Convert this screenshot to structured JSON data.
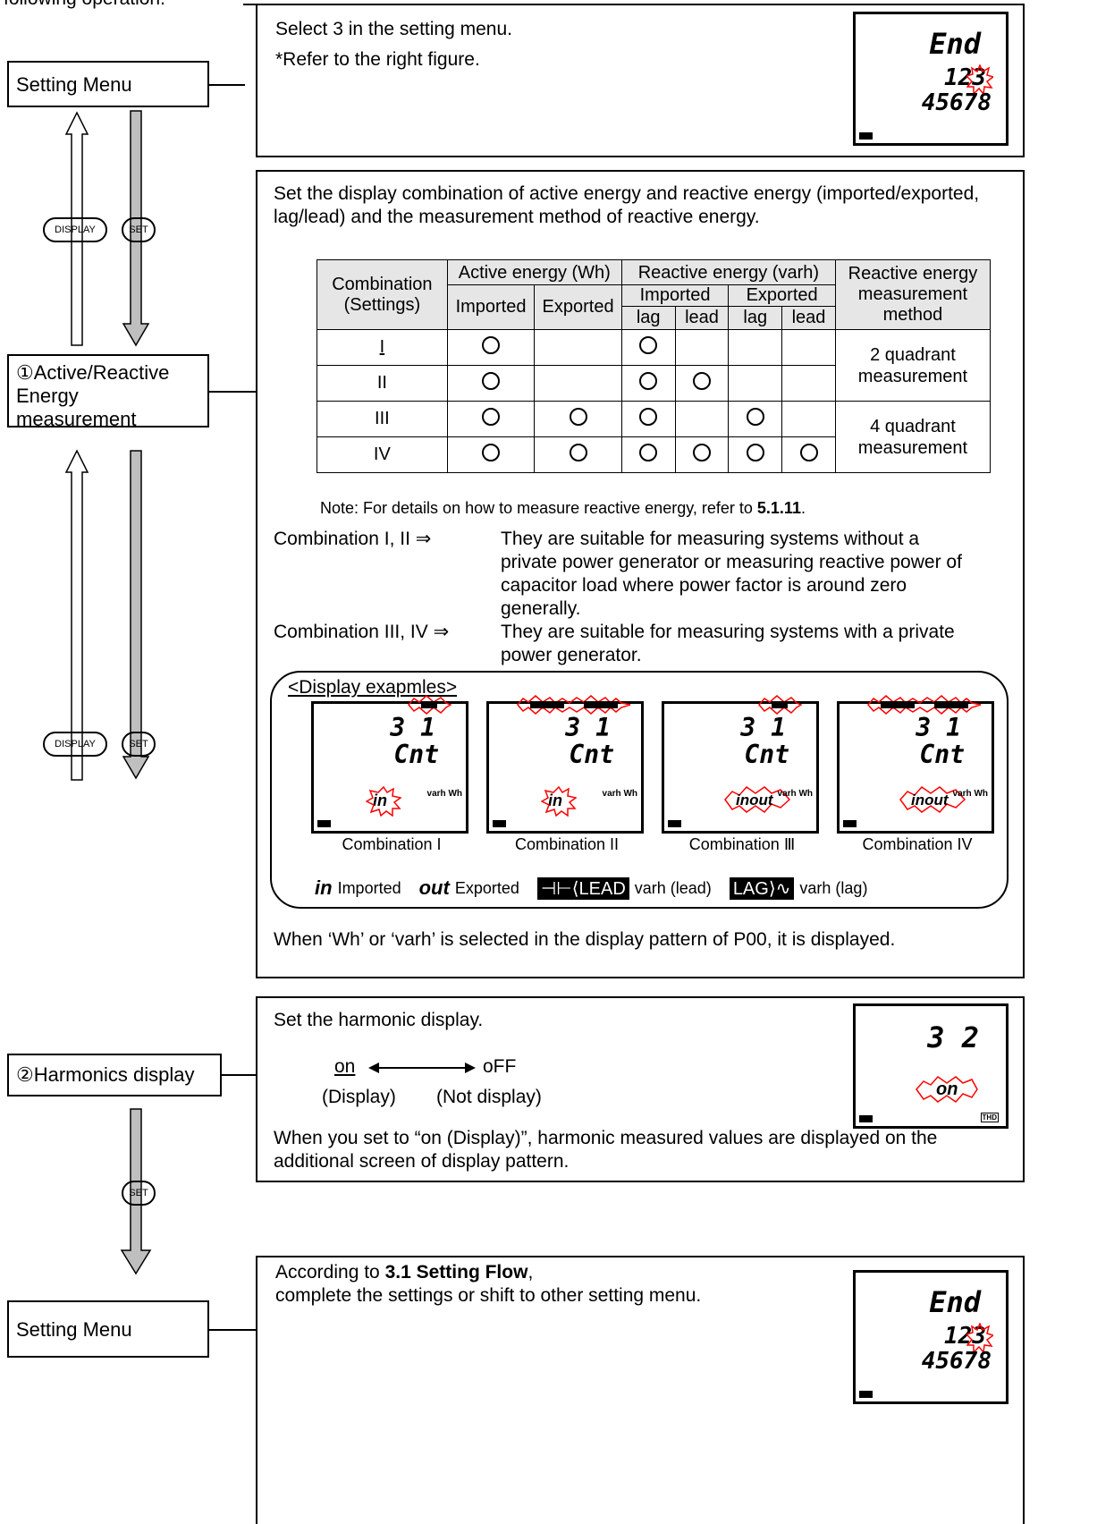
{
  "top_fragment": "following operation.",
  "flow": {
    "setting_menu_1": "Setting Menu",
    "active_reactive": "①Active/Reactive Energy measurement",
    "harmonics": "②Harmonics display",
    "setting_menu_2": "Setting Menu",
    "display_key": "DISPLAY",
    "set_key": "SET"
  },
  "step1": {
    "line1": "Select 3 in the setting menu.",
    "line2": "*Refer to the right figure.",
    "lcd_top": "End",
    "lcd_mid": "123",
    "lcd_bot": "45678"
  },
  "step2": {
    "intro": "Set the display combination of active energy and reactive energy (imported/exported, lag/lead) and the measurement method of reactive energy.",
    "table": {
      "h_combination": "Combination (Settings)",
      "h_active": "Active energy (Wh)",
      "h_reactive": "Reactive energy (varh)",
      "h_method": "Reactive energy measurement method",
      "h_imported": "Imported",
      "h_exported": "Exported",
      "h_lag": "lag",
      "h_lead": "lead",
      "rows": [
        {
          "label": "I",
          "marks": [
            1,
            0,
            1,
            0,
            0,
            0
          ]
        },
        {
          "label": "II",
          "marks": [
            1,
            0,
            1,
            1,
            0,
            0
          ]
        },
        {
          "label": "III",
          "marks": [
            1,
            1,
            1,
            0,
            1,
            0
          ]
        },
        {
          "label": "IV",
          "marks": [
            1,
            1,
            1,
            1,
            1,
            1
          ]
        }
      ],
      "method_2q": "2 quadrant measurement",
      "method_4q": "4 quadrant measurement"
    },
    "note_prefix": "Note: For details on how to measure reactive energy, refer to ",
    "note_ref": "5.1.11",
    "note_suffix": ".",
    "comb12_label": "Combination I, II ⇒",
    "comb12_text": "They are suitable for measuring systems without a private power generator or measuring reactive power of capacitor load where power factor is around zero generally.",
    "comb34_label": "Combination III, IV ⇒",
    "comb34_text": "They are suitable for measuring systems with a private power generator.",
    "examples_title": "<Display exapmles>",
    "lcd_top": "3 1",
    "lcd_mid": "Cnt",
    "examples": [
      {
        "caption": "Combination I",
        "tag": "in"
      },
      {
        "caption": "Combination II",
        "tag": "in"
      },
      {
        "caption": "Combination Ⅲ",
        "tag": "inout"
      },
      {
        "caption": "Combination IV",
        "tag": "inout"
      }
    ],
    "legend": {
      "in_sym": "in",
      "in_label": "Imported",
      "out_sym": "out",
      "out_label": "Exported",
      "lead_sym": "LEAD",
      "lead_label": "varh (lead)",
      "lag_sym": "LAG",
      "lag_label": "varh (lag)"
    },
    "wh_icon": "varh Wh",
    "footer": "When ‘Wh’ or ‘varh’ is selected in the display pattern of P00, it is displayed."
  },
  "step3": {
    "line1": "Set the harmonic display.",
    "on": "on",
    "off": "oFF",
    "on_desc": "(Display)",
    "off_desc": "(Not display)",
    "lcd_top": "3 2",
    "lcd_tag": "on",
    "thd": "THD",
    "footer": "When you set to “on (Display)”, harmonic measured values are displayed on the additional screen of display pattern."
  },
  "step4": {
    "pre": "According to ",
    "bold": "3.1 Setting Flow",
    "post": ",",
    "line2": "complete the settings or shift to other setting menu.",
    "lcd_top": "End",
    "lcd_mid": "123",
    "lcd_bot": "45678"
  },
  "colors": {
    "burst": "#ff0000",
    "shaft": "#bfbfbf"
  }
}
